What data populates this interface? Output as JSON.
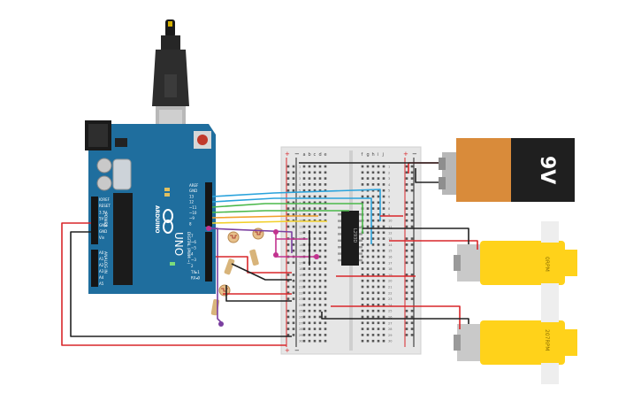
{
  "arduino": {
    "brand": "ARDUINO",
    "model": "UNO",
    "power_header_label": "POWER",
    "analog_header_label": "ANALOG IN",
    "digital_header_label": "DIGITAL (PWM ~)",
    "power_pins": [
      "IOREF",
      "RESET",
      "3.3V",
      "5V",
      "GND",
      "GND",
      "Vin"
    ],
    "analog_pins": [
      "A0",
      "A1",
      "A2",
      "A3",
      "A4",
      "A5"
    ],
    "top_pins": [
      "AREF",
      "GND",
      "13",
      "12",
      "~11",
      "~10",
      "~9",
      "8"
    ],
    "mid_pins": [
      "7",
      "~6",
      "~5",
      "4",
      "~3",
      "2",
      "TX▸1",
      "RX◂0"
    ]
  },
  "breadboard": {
    "columns_left": [
      "a",
      "b",
      "c",
      "d",
      "e"
    ],
    "columns_right": [
      "f",
      "g",
      "h",
      "i",
      "j"
    ],
    "rail_plus": "+",
    "rail_minus": "−",
    "row_count": 30
  },
  "ic": {
    "label": "L293D"
  },
  "battery": {
    "label": "9V"
  },
  "motors": [
    {
      "label": "0RPM"
    },
    {
      "label": "207RPM"
    }
  ],
  "colors": {
    "board": "#1f6e9e",
    "breadboard": "#e6e6e6",
    "wire_red": "#d8262a",
    "wire_black": "#222222",
    "wire_blue": "#2aa3dc",
    "wire_green": "#4ab84a",
    "wire_orange": "#f2a02b",
    "wire_yellow": "#f2d02b",
    "wire_purple": "#7b3fa0",
    "wire_magenta": "#c2338f",
    "motor_yellow": "#ffd21a",
    "battery_orange": "#d98b3a"
  }
}
